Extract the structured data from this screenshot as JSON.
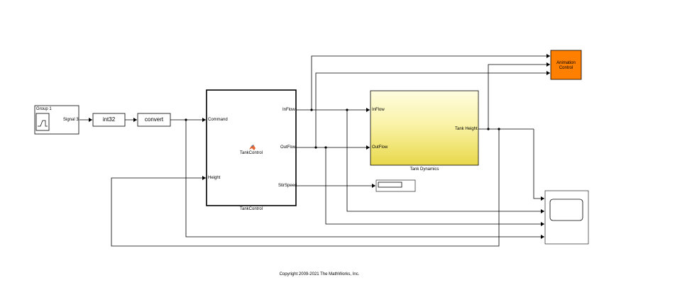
{
  "model": {
    "signal_builder": {
      "group": "Group 1",
      "port": "Signal 3"
    },
    "int32_block": "int32",
    "convert_block": "convert",
    "tank_control": {
      "caption": "TankControl",
      "center_label": "TankControl",
      "in_ports": [
        "Command",
        "Height"
      ],
      "out_ports": [
        "InFlow",
        "OutFlow",
        "StirSpeed"
      ]
    },
    "tank_dynamics": {
      "caption": "Tank Dynamics",
      "in_ports": [
        "InFlow",
        "OutFlow"
      ],
      "out_port": "Tank Height",
      "fill_top": "#fffde0",
      "fill_bottom": "#e8d84a"
    },
    "animation_control": {
      "label_line1": "Animation",
      "label_line2": "Control",
      "color": "#ff7f00"
    },
    "copyright": "Copyright 2009-2021 The MathWorks, Inc."
  }
}
